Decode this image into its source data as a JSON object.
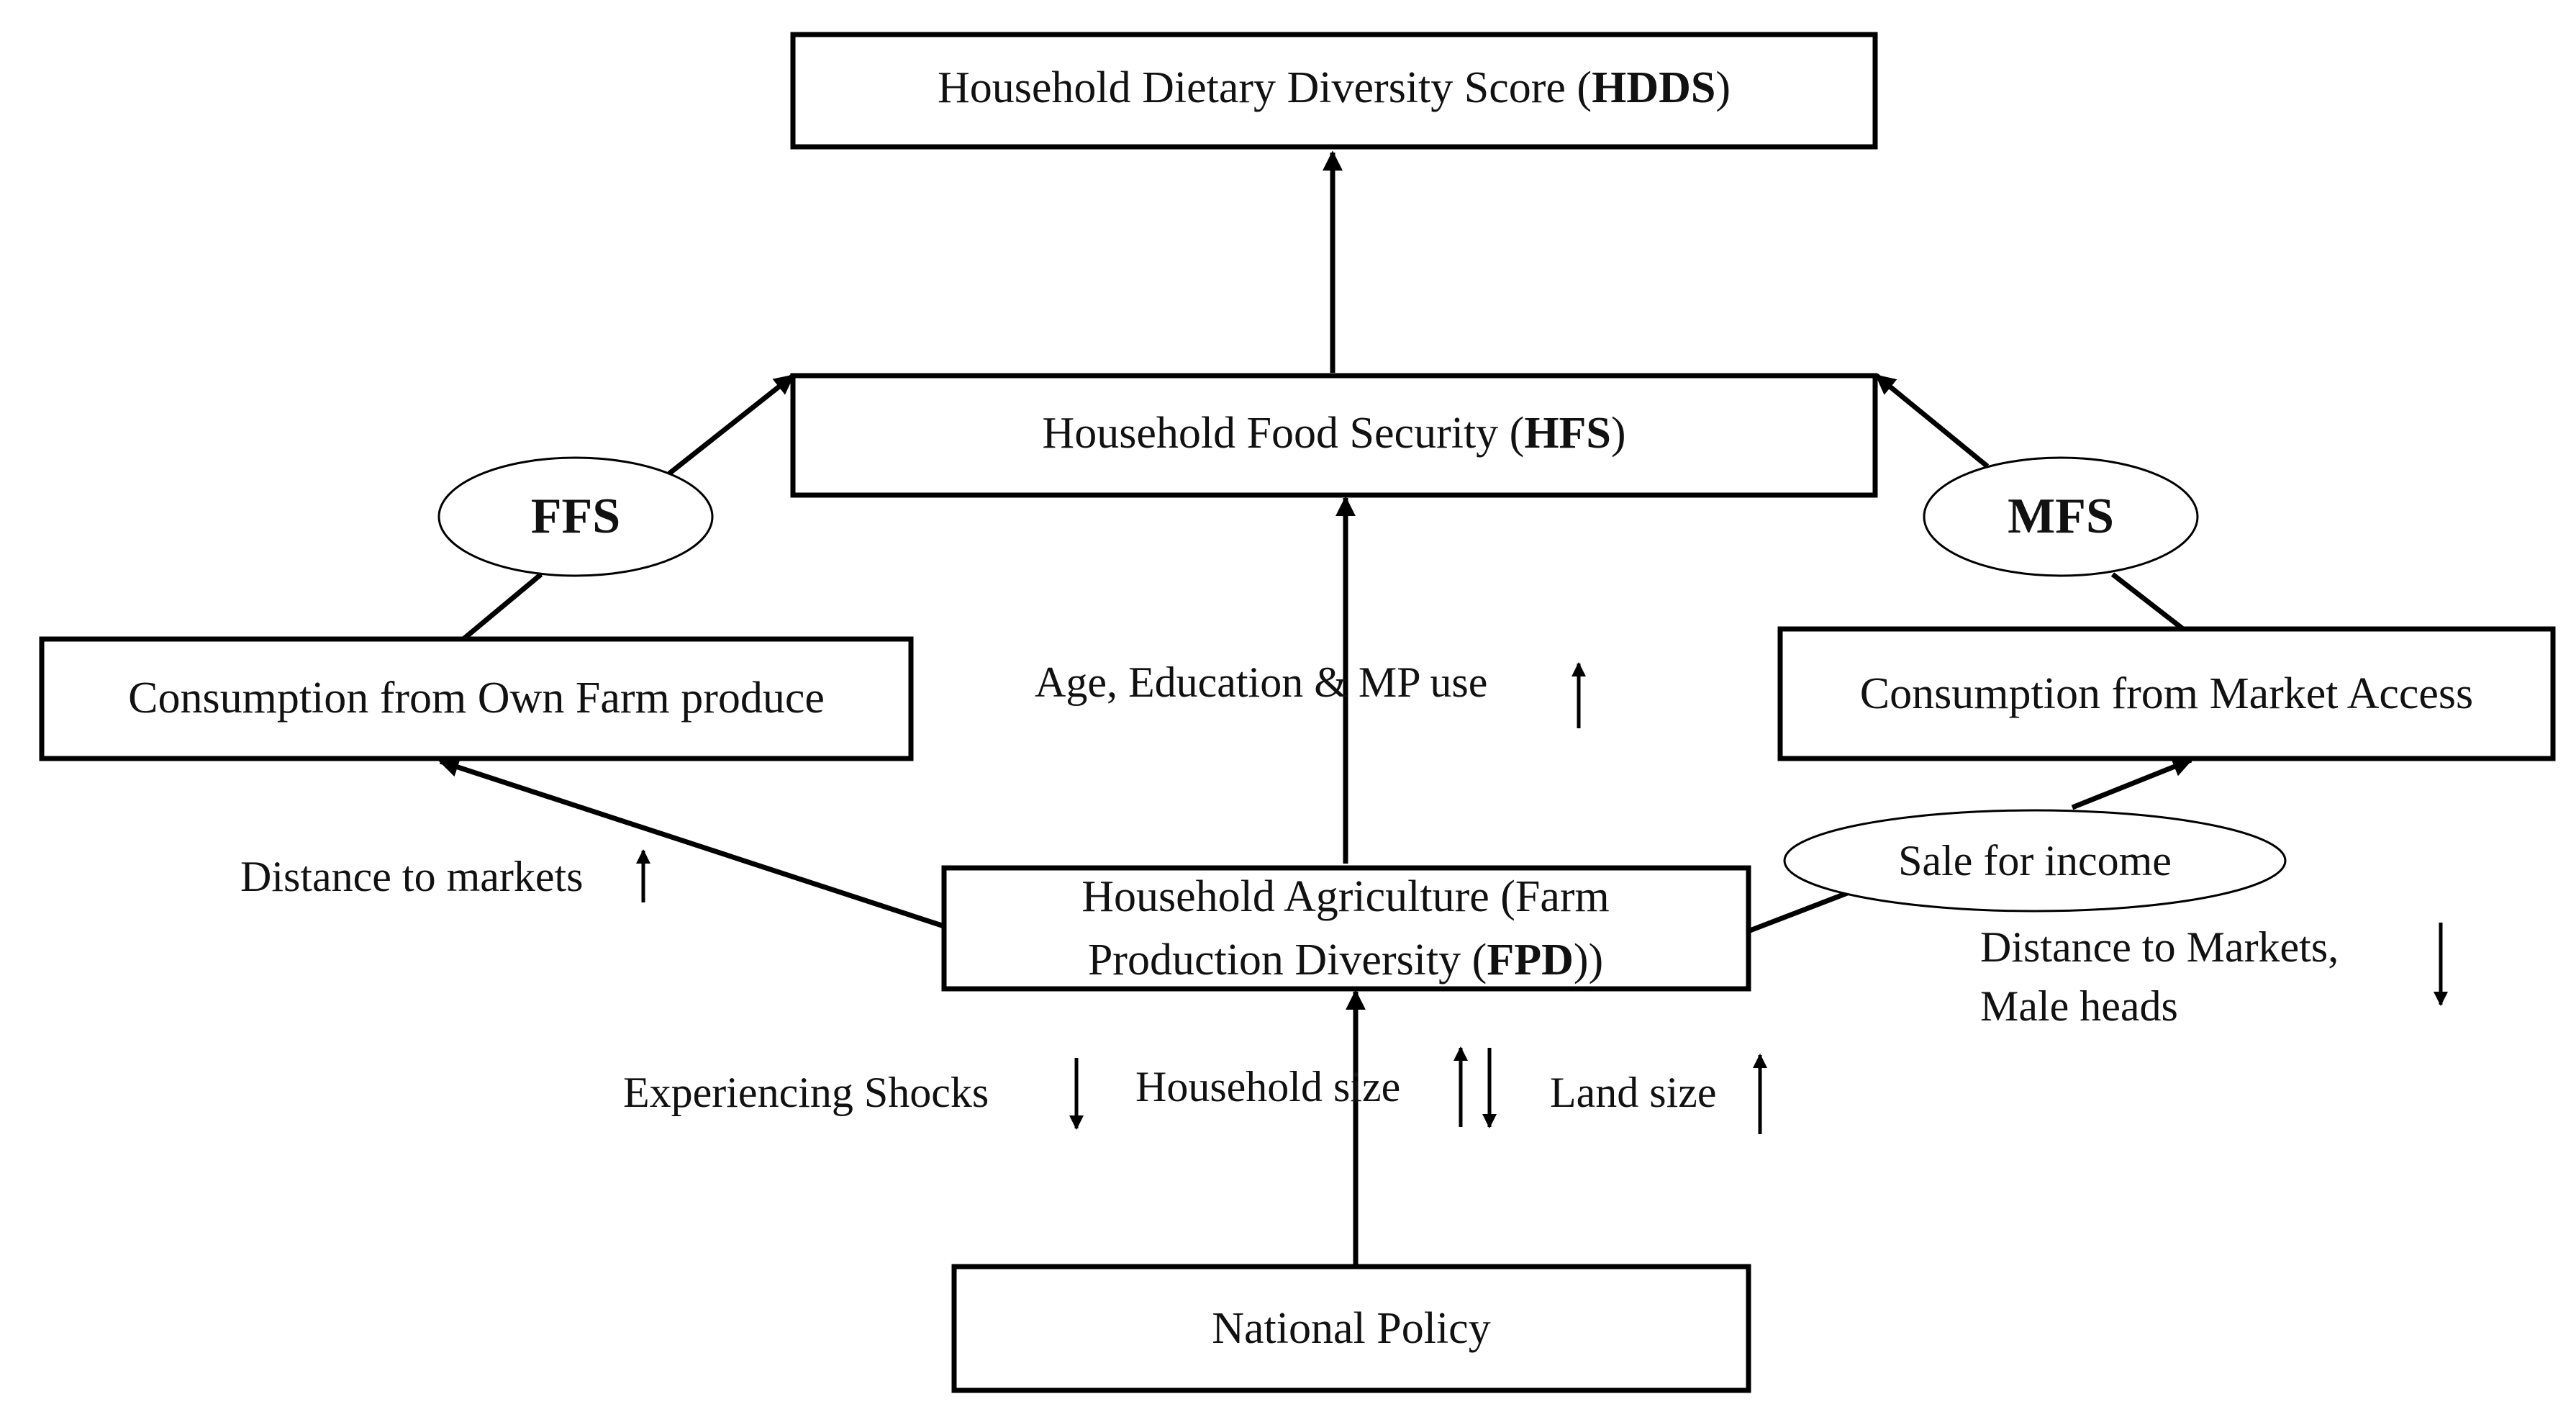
{
  "boxes": {
    "hdds": {
      "text": "Household Dietary Diversity Score (",
      "bold": "HDDS",
      "after": ")"
    },
    "hfs": {
      "text": "Household Food Security (",
      "bold": "HFS",
      "after": ")"
    },
    "own_farm": {
      "text": "Consumption from Own Farm produce"
    },
    "market_access": {
      "text": "Consumption from Market Access"
    },
    "agriculture": {
      "line1": "Household Agriculture (Farm",
      "line2_pre": "Production Diversity (",
      "line2_bold": "FPD",
      "line2_post": "))"
    },
    "policy": {
      "text": "National Policy"
    }
  },
  "ellipses": {
    "ffs": "FFS",
    "mfs": "MFS",
    "sale": "Sale for income"
  },
  "labels": {
    "age_edu": "Age, Education & MP use",
    "dist_markets_left": "Distance to markets",
    "dist_markets_right_1": "Distance to Markets,",
    "dist_markets_right_2": "Male heads",
    "shocks": "Experiencing Shocks",
    "hh_size": "Household size",
    "land_size": "Land size"
  }
}
